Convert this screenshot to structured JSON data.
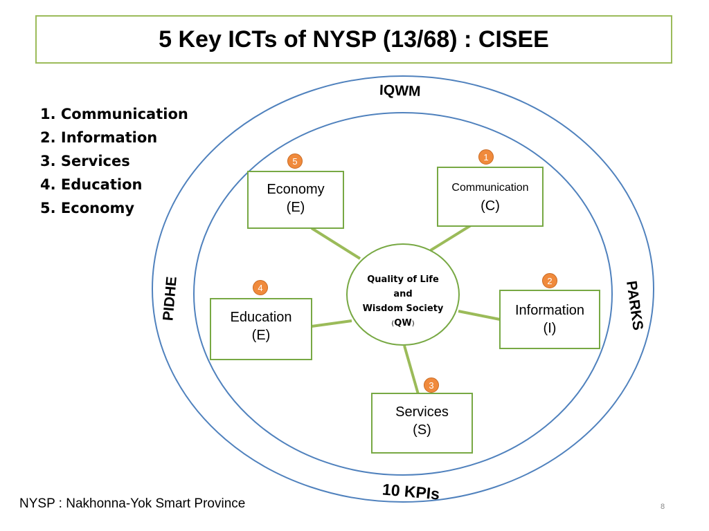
{
  "title": "5 Key ICTs of NYSP (13/68) : CISEE",
  "list_items": [
    "1. Communication",
    "2. Information",
    "3. Services",
    "4. Education",
    "5. Economy"
  ],
  "ring_labels": {
    "top": "IQWM",
    "left": "PIDHE",
    "right": "PARKS",
    "bottom": "10 KPIs"
  },
  "center": {
    "line1": "Quality of Life",
    "line2": "and",
    "line3": "Wisdom Society",
    "open_paren": "(",
    "abbr": "QW",
    "close_paren": ")"
  },
  "nodes": {
    "communication": {
      "badge": "1",
      "name": "Communication",
      "abbr": "(C)"
    },
    "information": {
      "badge": "2",
      "name": "Information",
      "abbr": "(I)"
    },
    "services": {
      "badge": "3",
      "name": "Services",
      "abbr": "(S)"
    },
    "education": {
      "badge": "4",
      "name": "Education",
      "abbr": "(E)"
    },
    "economy": {
      "badge": "5",
      "name": "Economy",
      "abbr": "(E)"
    }
  },
  "footer": "NYSP : Nakhonna-Yok Smart Province",
  "page_number": "8",
  "colors": {
    "title_border": "#9bbb59",
    "ring": "#4f81bd",
    "connector": "#9bbb59",
    "box_border": "#77a843",
    "badge": "#f08a3c"
  }
}
